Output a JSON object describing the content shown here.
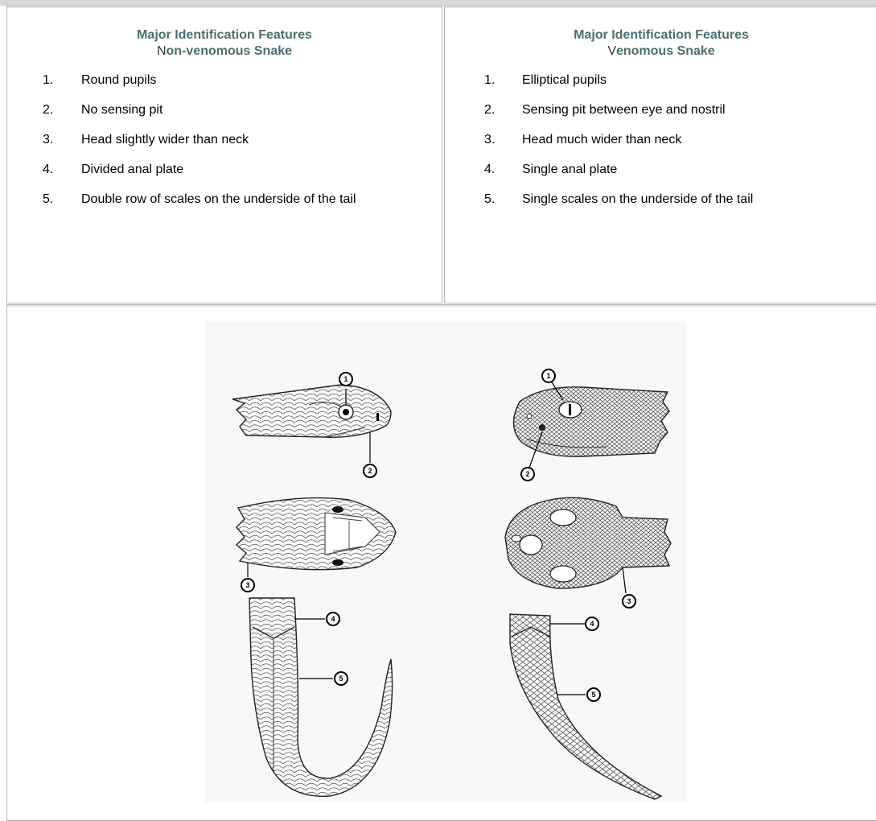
{
  "nonvenomous": {
    "heading_line1": "Major Identification Features",
    "heading_line2_initial": "N",
    "heading_line2_rest": "on-venomous Snake",
    "features": [
      {
        "num": "1.",
        "text": "Round pupils"
      },
      {
        "num": "2.",
        "text": "No sensing pit"
      },
      {
        "num": "3.",
        "text": "Head slightly wider than neck"
      },
      {
        "num": "4.",
        "text": "Divided anal plate"
      },
      {
        "num": "5.",
        "text": "Double row of scales on the underside of the tail"
      }
    ]
  },
  "venomous": {
    "heading_line1": "Major Identification Features",
    "heading_line2_initial": "V",
    "heading_line2_rest": "enomous Snake",
    "features": [
      {
        "num": "1.",
        "text": "Elliptical pupils"
      },
      {
        "num": "2.",
        "text": "Sensing pit between eye and nostril"
      },
      {
        "num": "3.",
        "text": "Head much wider than neck"
      },
      {
        "num": "4.",
        "text": "Single anal plate"
      },
      {
        "num": "5.",
        "text": "Single scales on the underside of the tail"
      }
    ]
  },
  "figure": {
    "nonvenomous_labels": [
      "1",
      "2",
      "3",
      "4",
      "5"
    ],
    "venomous_labels": [
      "1",
      "2",
      "3",
      "4",
      "5"
    ]
  }
}
